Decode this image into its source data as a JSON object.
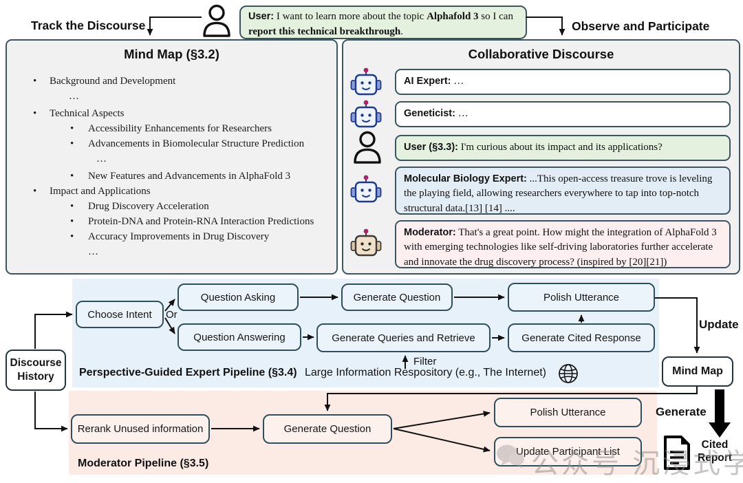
{
  "header": {
    "track_label": "Track the Discourse",
    "observe_label": "Observe and Participate",
    "user_message": {
      "seg_user": "User:",
      "seg_a": " I want to learn more about the topic ",
      "seg_topic": "Alphafold 3",
      "seg_b": " so I can ",
      "seg_goal": "report this technical breakthrough",
      "seg_period": "."
    }
  },
  "mind_map_panel": {
    "title": "Mind Map (§3.2)",
    "items": [
      {
        "level": 1,
        "text": "Background and Development"
      },
      {
        "level": 0,
        "text": "…"
      },
      {
        "level": 1,
        "text": "Technical Aspects"
      },
      {
        "level": 2,
        "text": "Accessibility Enhancements for Researchers"
      },
      {
        "level": 2,
        "text": "Advancements in Biomolecular Structure Prediction"
      },
      {
        "level": 0,
        "text": "…"
      },
      {
        "level": 2,
        "text": "New Features and Advancements in AlphaFold 3"
      },
      {
        "level": 1,
        "text": "Impact and Applications"
      },
      {
        "level": 2,
        "text": "Drug Discovery Acceleration"
      },
      {
        "level": 2,
        "text": "Protein-DNA and Protein-RNA Interaction Predictions"
      },
      {
        "level": 2,
        "text": "Accuracy Improvements in Drug Discovery"
      },
      {
        "level": 0,
        "text": "…"
      }
    ]
  },
  "discourse_panel": {
    "title": "Collaborative Discourse",
    "messages": [
      {
        "speaker": "AI Expert:",
        "body": " …",
        "avatar": "robot",
        "bubble": "white"
      },
      {
        "speaker": "Geneticist:",
        "body": " …",
        "avatar": "robot",
        "bubble": "white"
      },
      {
        "speaker": "User (§3.3):",
        "body": " I'm curious about its impact and its applications?",
        "avatar": "person",
        "bubble": "green"
      },
      {
        "speaker": "Molecular Biology Expert:",
        "body": " ...This open-access treasure trove is leveling the playing field, allowing researchers everywhere to tap into top-notch structural data.[13] [14] ....",
        "avatar": "robot",
        "bubble": "blue"
      },
      {
        "speaker": "Moderator:",
        "body": " That's a great point. How might the integration of AlphaFold 3 with emerging technologies like self-driving laboratories further accelerate and innovate the drug discovery process? (inspired by [20][21])",
        "avatar": "moderator-robot",
        "bubble": "pink"
      }
    ]
  },
  "expert_pipeline": {
    "label": "Perspective-Guided Expert Pipeline (§3.4)",
    "or_label": "Or",
    "filter_label": "Filter",
    "repository_label": "Large Information Respository (e.g., The Internet)",
    "boxes": {
      "choose_intent": "Choose Intent",
      "question_asking": "Question Asking",
      "question_answering": "Question Answering",
      "generate_question": "Generate Question",
      "generate_queries": "Generate Queries and Retrieve",
      "polish_utterance": "Polish Utterance",
      "generate_cited_response": "Generate Cited Response"
    }
  },
  "moderator_pipeline": {
    "label": "Moderator Pipeline (§3.5)",
    "boxes": {
      "rerank": "Rerank Unused information",
      "generate_question": "Generate Question",
      "polish_utterance": "Polish Utterance",
      "update_participant_list": "Update Participant List"
    }
  },
  "side": {
    "discourse_history": "Discourse History",
    "mind_map_box": "Mind Map",
    "update_label": "Update",
    "generate_label": "Generate",
    "cited_line1": "Cited",
    "cited_line2": "Report"
  },
  "watermark": {
    "text": "公众号  沉浸式学AI"
  },
  "icons": {
    "person": "person-silhouette",
    "robot": "robot-face",
    "moderator_robot": "tan-robot-face",
    "globe": "globe-grid",
    "document": "cited-report-document",
    "wechat": "wechat-chat-bubbles"
  },
  "colors": {
    "panel_fill": "#f1f1f1",
    "panel_border": "#3a5560",
    "band_blue": "#e7f1fa",
    "band_pink": "#fceae4",
    "box_blue": "#ecf4fb",
    "box_pink": "#fdf1ed",
    "bubble_green": "#e4f1de",
    "bubble_blue": "#e3edf6",
    "bubble_pink": "#fdeef0",
    "robot_navy": "#1d3a8f",
    "robot_antenna": "#a5246a",
    "arrow": "#111111"
  }
}
